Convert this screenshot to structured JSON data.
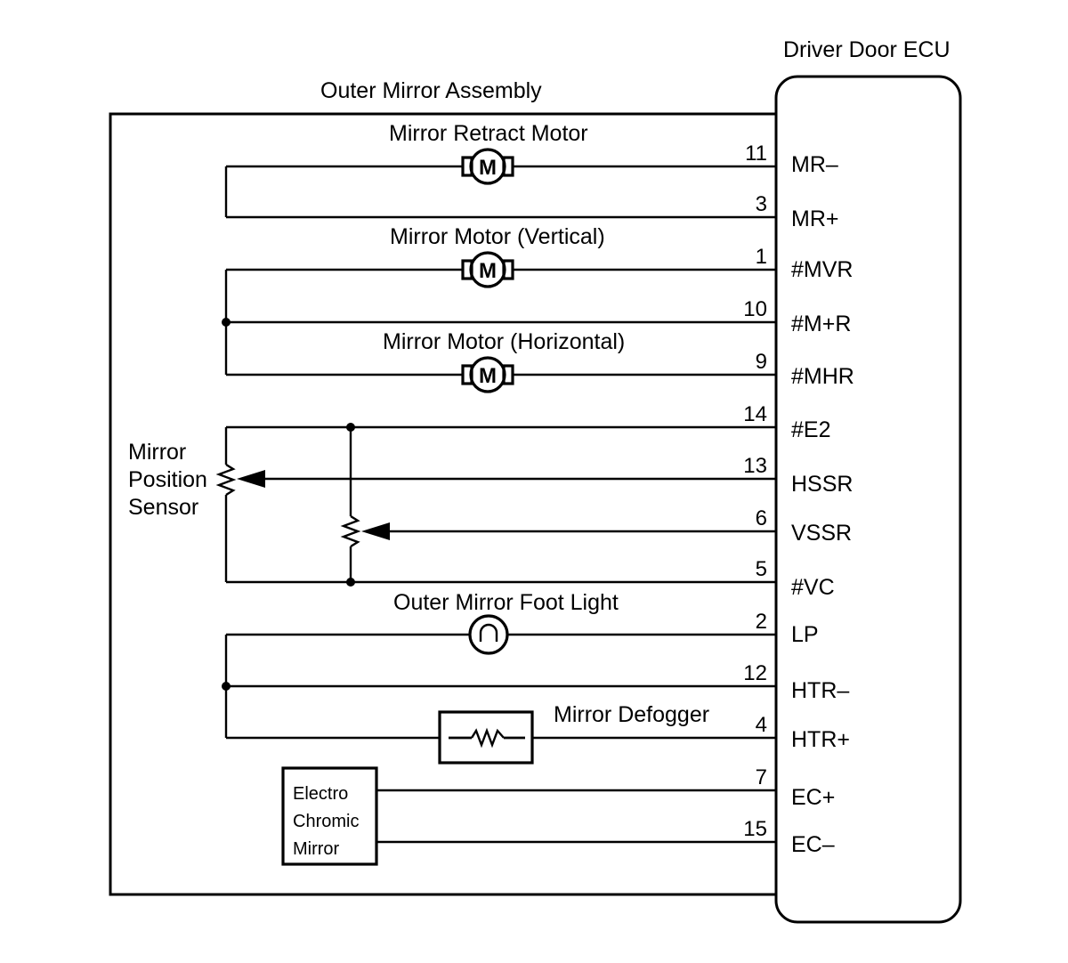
{
  "ecu": {
    "title": "Driver Door ECU"
  },
  "assembly": {
    "title": "Outer Mirror Assembly"
  },
  "components": {
    "retract_motor": "Mirror Retract Motor",
    "vertical_motor": "Mirror Motor (Vertical)",
    "horizontal_motor": "Mirror Motor (Horizontal)",
    "position_sensor": [
      "Mirror",
      "Position",
      "Sensor"
    ],
    "foot_light": "Outer Mirror Foot Light",
    "defogger": "Mirror Defogger",
    "ec_mirror": [
      "Electro",
      "Chromic",
      "Mirror"
    ],
    "motor_symbol": "M"
  },
  "connections": [
    {
      "pin": "11",
      "terminal": "MR–"
    },
    {
      "pin": "3",
      "terminal": "MR+"
    },
    {
      "pin": "1",
      "terminal": "#MVR"
    },
    {
      "pin": "10",
      "terminal": "#M+R"
    },
    {
      "pin": "9",
      "terminal": "#MHR"
    },
    {
      "pin": "14",
      "terminal": "#E2"
    },
    {
      "pin": "13",
      "terminal": "HSSR"
    },
    {
      "pin": "6",
      "terminal": "VSSR"
    },
    {
      "pin": "5",
      "terminal": "#VC"
    },
    {
      "pin": "2",
      "terminal": "LP"
    },
    {
      "pin": "12",
      "terminal": "HTR–"
    },
    {
      "pin": "4",
      "terminal": "HTR+"
    },
    {
      "pin": "7",
      "terminal": "EC+"
    },
    {
      "pin": "15",
      "terminal": "EC–"
    }
  ]
}
